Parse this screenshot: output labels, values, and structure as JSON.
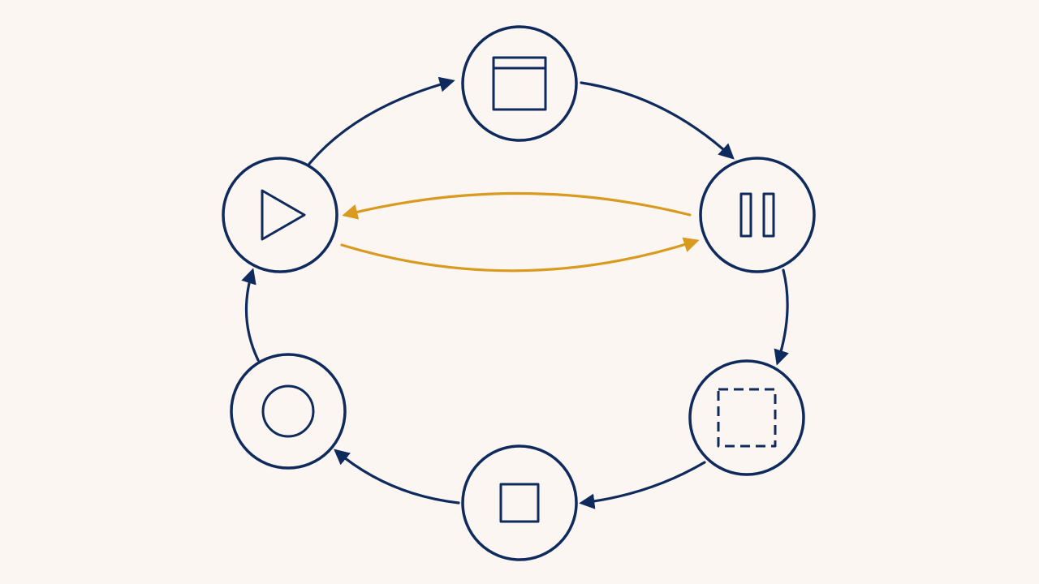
{
  "diagram": {
    "type": "state-cycle",
    "colors": {
      "background": "#fbf6f1",
      "primary": "#0f2a5c",
      "accent": "#d89a1f"
    },
    "nodes": [
      {
        "id": "play",
        "icon": "play-icon"
      },
      {
        "id": "window",
        "icon": "window-icon"
      },
      {
        "id": "pause",
        "icon": "pause-icon"
      },
      {
        "id": "selection",
        "icon": "dashed-square-icon"
      },
      {
        "id": "stop",
        "icon": "stop-square-icon"
      },
      {
        "id": "record",
        "icon": "circle-icon"
      }
    ],
    "edges": [
      {
        "from": "play",
        "to": "window",
        "style": "primary"
      },
      {
        "from": "window",
        "to": "pause",
        "style": "primary"
      },
      {
        "from": "pause",
        "to": "selection",
        "style": "primary"
      },
      {
        "from": "selection",
        "to": "stop",
        "style": "primary"
      },
      {
        "from": "stop",
        "to": "record",
        "style": "primary"
      },
      {
        "from": "record",
        "to": "play",
        "style": "primary"
      },
      {
        "from": "pause",
        "to": "play",
        "style": "accent"
      },
      {
        "from": "play",
        "to": "pause",
        "style": "accent"
      }
    ]
  }
}
